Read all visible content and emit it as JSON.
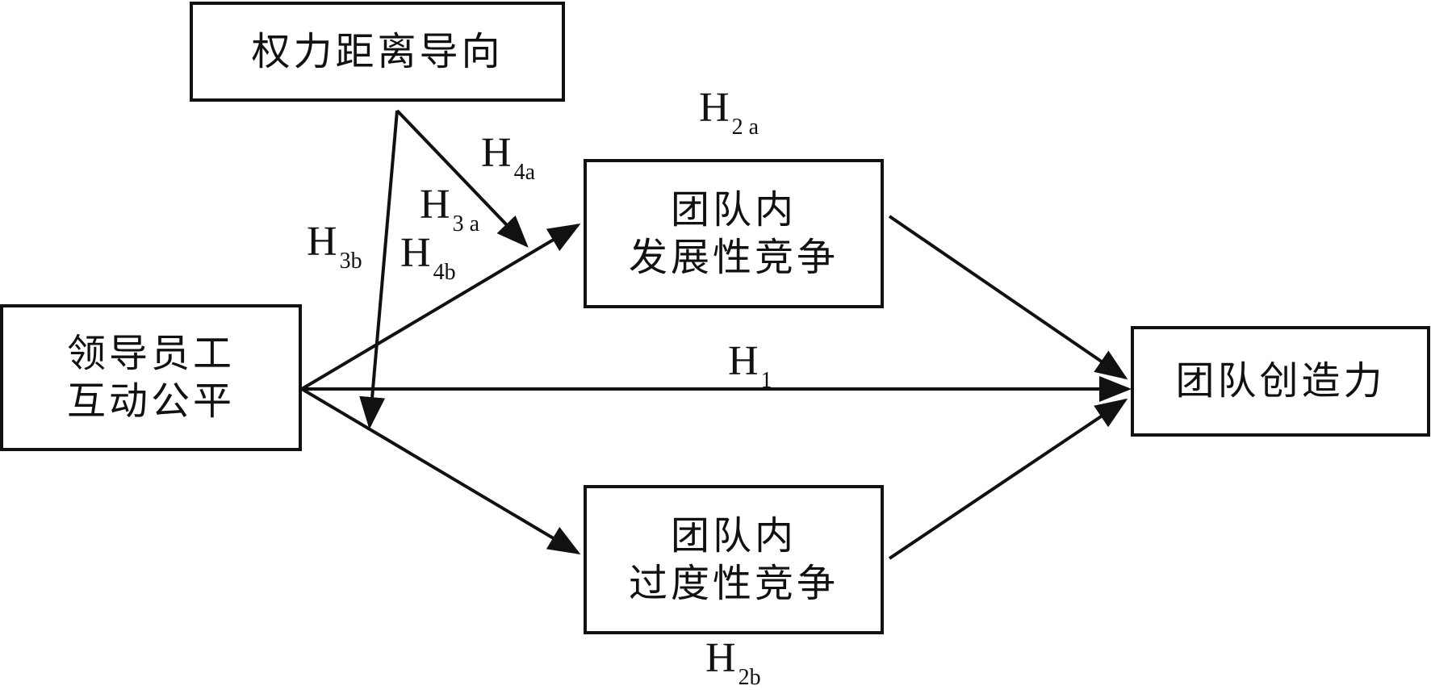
{
  "nodes": {
    "power_distance": "权力距离导向",
    "leader_member_justice": "领导员工\n互动公平",
    "developmental_competition": "团队内\n发展性竞争",
    "excessive_competition": "团队内\n过度性竞争",
    "team_creativity": "团队创造力"
  },
  "hypotheses": {
    "h1": {
      "main": "H",
      "sub": "1"
    },
    "h2a": {
      "main": "H",
      "sub": "2 a"
    },
    "h2b": {
      "main": "H",
      "sub": "2b"
    },
    "h3a": {
      "main": "H",
      "sub": "3 a"
    },
    "h3b": {
      "main": "H",
      "sub": "3b"
    },
    "h4a": {
      "main": "H",
      "sub": "4a"
    },
    "h4b": {
      "main": "H",
      "sub": "4b"
    }
  }
}
